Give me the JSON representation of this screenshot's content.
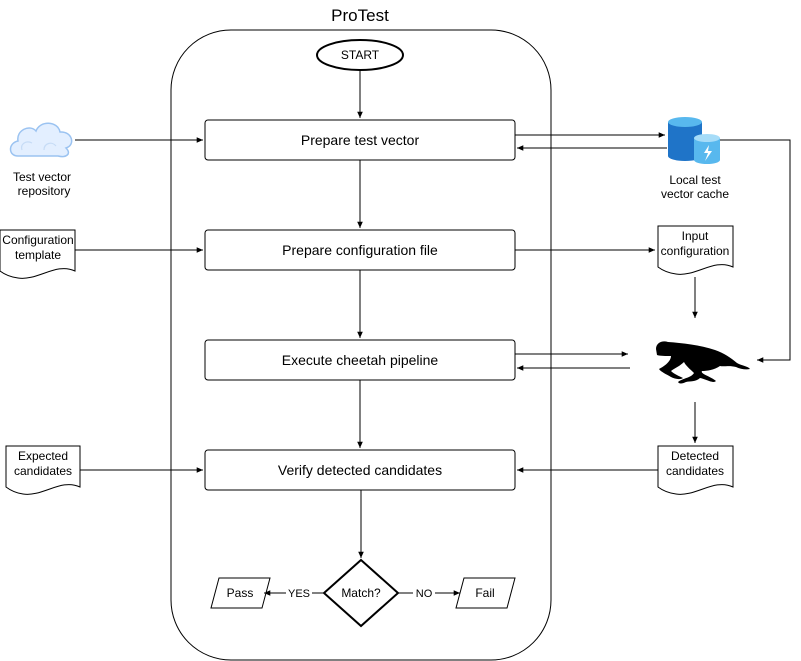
{
  "title": "ProTest",
  "start": "START",
  "steps": {
    "prepare_vector": "Prepare test vector",
    "prepare_config": "Prepare configuration file",
    "execute": "Execute cheetah pipeline",
    "verify": "Verify detected candidates"
  },
  "decision": "Match?",
  "outcomes": {
    "pass": "Pass",
    "fail": "Fail"
  },
  "edge_labels": {
    "yes": "YES",
    "no": "NO"
  },
  "external": {
    "repository": [
      "Test vector",
      "repository"
    ],
    "cache": [
      "Local test",
      "vector cache"
    ],
    "config_template": [
      "Configuration",
      "template"
    ],
    "input_config": [
      "Input",
      "configuration"
    ],
    "expected": [
      "Expected",
      "candidates"
    ],
    "detected": [
      "Detected",
      "candidates"
    ]
  },
  "icons": {
    "cloud": "cloud-icon",
    "database": "database-icon",
    "cheetah": "cheetah-icon"
  },
  "colors": {
    "cloud_fill": "#e3efff",
    "cloud_accent": "#9bc3f1",
    "database_blue": "#1f74c8",
    "database_light": "#58b8ee"
  }
}
